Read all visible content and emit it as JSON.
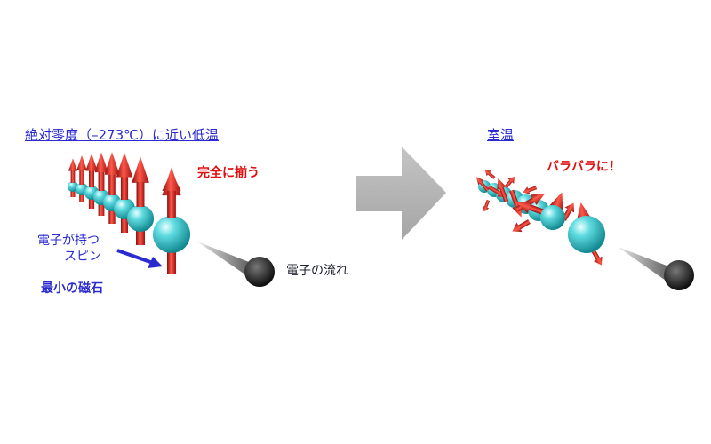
{
  "left": {
    "heading": "絶対零度（–273℃）に近い低温",
    "aligned": "完全に揃う",
    "spin_line1": "電子が持つ",
    "spin_line2": "スピン",
    "magnet": "最小の磁石",
    "flow": "電子の流れ"
  },
  "right": {
    "heading": "室温",
    "random": "バラバラに！"
  },
  "colors": {
    "label_blue": "#2a2ad0",
    "label_red": "#e01010",
    "sphere": "#38c6cc",
    "arrow_red": "#d41a1a",
    "big_arrow": "#b3b3b3"
  },
  "icons": [
    "electron-sphere",
    "spin-arrow",
    "cone-pointer",
    "right-arrow"
  ]
}
